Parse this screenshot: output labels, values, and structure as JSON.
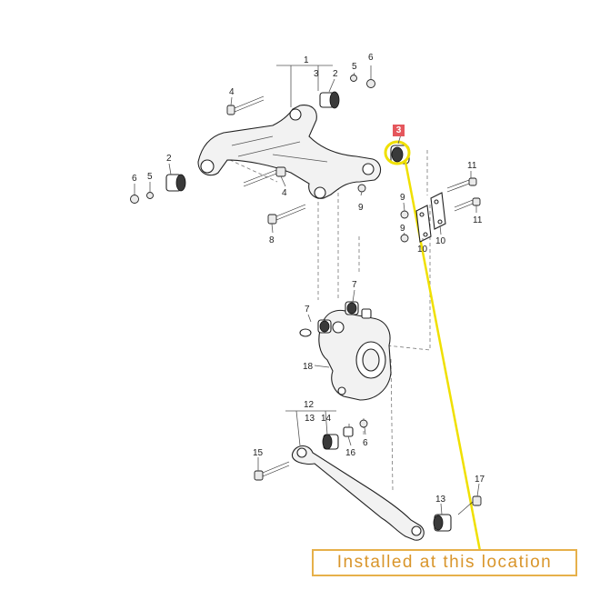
{
  "callout": {
    "text": "Installed at this location",
    "color": "#e6b04a"
  },
  "highlight": {
    "ref": "3",
    "badge_color": "#e5575d",
    "ring_color": "#f0e000",
    "line_color": "#f0e000"
  },
  "labels": {
    "l1": "1",
    "l2a": "2",
    "l2b": "2",
    "l3a": "3",
    "l4a": "4",
    "l4b": "4",
    "l5a": "5",
    "l5b": "5",
    "l6a": "6",
    "l6b": "6",
    "l6c": "6",
    "l7a": "7",
    "l7b": "7",
    "l8": "8",
    "l9a": "9",
    "l9b": "9",
    "l9c": "9",
    "l10a": "10",
    "l10b": "10",
    "l11a": "11",
    "l11b": "11",
    "l12": "12",
    "l13a": "13",
    "l13b": "13",
    "l14": "14",
    "l15": "15",
    "l16": "16",
    "l17": "17",
    "l18": "18"
  }
}
